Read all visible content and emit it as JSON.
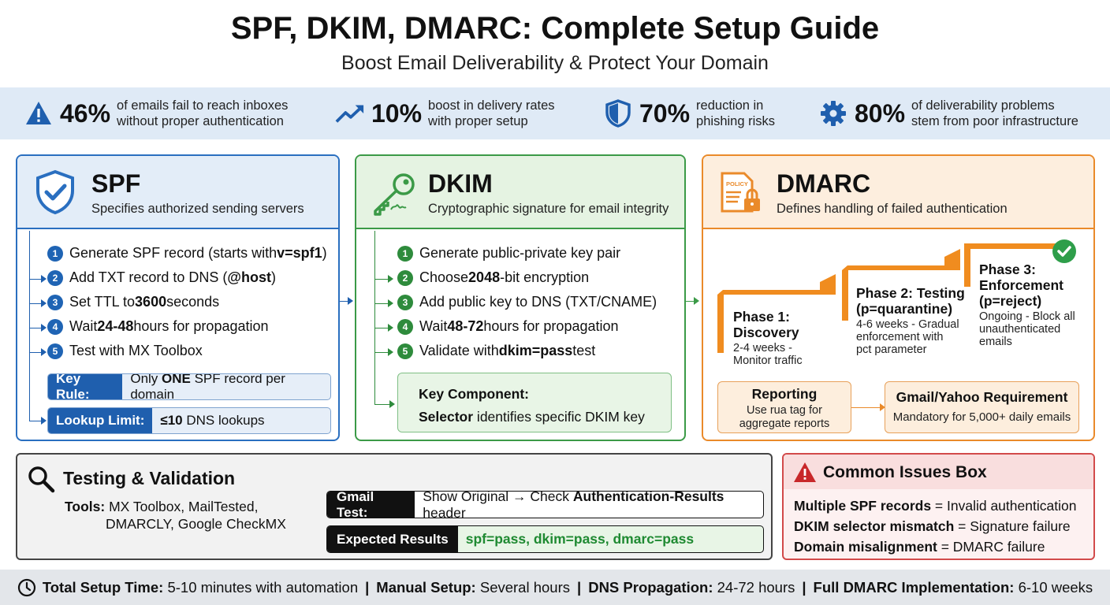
{
  "title": "SPF, DKIM, DMARC: Complete Setup Guide",
  "subtitle": "Boost Email Deliverability & Protect Your Domain",
  "stats": [
    {
      "value": "46%",
      "line1": "of emails fail to reach inboxes",
      "line2": "without proper authentication",
      "icon": "warning-icon",
      "color": "#1f5fae"
    },
    {
      "value": "10%",
      "line1": "boost in delivery rates",
      "line2": "with proper setup",
      "icon": "trend-up-icon",
      "color": "#1f5fae"
    },
    {
      "value": "70%",
      "line1": "reduction in",
      "line2": "phishing risks",
      "icon": "shield-icon",
      "color": "#1f5fae"
    },
    {
      "value": "80%",
      "line1": "of deliverability problems",
      "line2": "stem from poor infrastructure",
      "icon": "gear-icon",
      "color": "#1f5fae"
    }
  ],
  "spf": {
    "title": "SPF",
    "subtitle": "Specifies authorized sending servers",
    "steps": [
      {
        "num": "1",
        "pre": "Generate SPF record (starts with ",
        "bold": "v=spf1",
        "post": ")"
      },
      {
        "num": "2",
        "pre": "Add TXT record to DNS (",
        "bold": "@host",
        "post": ")"
      },
      {
        "num": "3",
        "pre": "Set TTL to ",
        "bold": "3600",
        "post": " seconds"
      },
      {
        "num": "4",
        "pre": "Wait ",
        "bold": "24-48",
        "post": " hours for propagation"
      },
      {
        "num": "5",
        "pre": "Test with MX Toolbox",
        "bold": "",
        "post": ""
      }
    ],
    "key_rule_label": "Key Rule:",
    "key_rule_pre": "Only ",
    "key_rule_bold": "ONE",
    "key_rule_post": " SPF record per domain",
    "lookup_label": "Lookup Limit:",
    "lookup_bold": "≤10",
    "lookup_post": " DNS lookups"
  },
  "dkim": {
    "title": "DKIM",
    "subtitle": "Cryptographic signature for email integrity",
    "steps": [
      {
        "num": "1",
        "pre": "Generate public-private key pair",
        "bold": "",
        "post": ""
      },
      {
        "num": "2",
        "pre": "Choose ",
        "bold": "2048",
        "post": "-bit encryption"
      },
      {
        "num": "3",
        "pre": "Add public key to DNS (TXT/CNAME)",
        "bold": "",
        "post": ""
      },
      {
        "num": "4",
        "pre": "Wait ",
        "bold": "48-72",
        "post": " hours for propagation"
      },
      {
        "num": "5",
        "pre": "Validate with ",
        "bold": "dkim=pass",
        "post": " test"
      }
    ],
    "key_component_title": "Key Component:",
    "key_component_bold": "Selector",
    "key_component_post": " identifies specific DKIM key"
  },
  "dmarc": {
    "title": "DMARC",
    "subtitle": "Defines handling of failed authentication",
    "policy_label": "POLICY",
    "phases": [
      {
        "title1": "Phase 1:",
        "title2": "Discovery",
        "desc1": "2-4 weeks -",
        "desc2": "Monitor traffic",
        "desc3": ""
      },
      {
        "title1": "Phase 2: Testing",
        "title2": "(p=quarantine)",
        "desc1": "4-6 weeks - Gradual",
        "desc2": "enforcement with",
        "desc3": "pct parameter"
      },
      {
        "title1": "Phase 3:",
        "title2": "Enforcement",
        "title3": "(p=reject)",
        "desc1": "Ongoing - Block all",
        "desc2": "unauthenticated",
        "desc3": "emails"
      }
    ],
    "reporting_title": "Reporting",
    "reporting_line1": "Use rua tag for",
    "reporting_line2": "aggregate reports",
    "gy_title": "Gmail/Yahoo Requirement",
    "gy_desc": "Mandatory for 5,000+ daily emails"
  },
  "testing": {
    "title": "Testing & Validation",
    "tools_label": "Tools:",
    "tools_line1": "MX Toolbox, MailTested,",
    "tools_line2": "DMARCLY, Google CheckMX",
    "gmail_label": "Gmail Test:",
    "gmail_pre": "Show Original → Check ",
    "gmail_bold": "Authentication-Results",
    "gmail_post": " header",
    "expected_label": "Expected Results",
    "expected_value": "spf=pass, dkim=pass, dmarc=pass"
  },
  "issues": {
    "title": "Common Issues Box",
    "items": [
      {
        "bold": "Multiple SPF records",
        "rest": " = Invalid authentication"
      },
      {
        "bold": "DKIM selector mismatch",
        "rest": " = Signature failure"
      },
      {
        "bold": "Domain misalignment",
        "rest": " = DMARC failure"
      }
    ]
  },
  "footer": [
    {
      "label": "Total Setup Time:",
      "value": " 5-10 minutes with automation"
    },
    {
      "label": "Manual Setup:",
      "value": " Several hours"
    },
    {
      "label": "DNS Propagation:",
      "value": " 24-72 hours"
    },
    {
      "label": "Full DMARC Implementation:",
      "value": " 6-10 weeks"
    }
  ],
  "footer_sep": "|",
  "colors": {
    "spf": "#2a6fc0",
    "dkim": "#3b9a47",
    "dmarc": "#ea8a2a",
    "issues": "#d24a4a",
    "dark": "#111111"
  }
}
